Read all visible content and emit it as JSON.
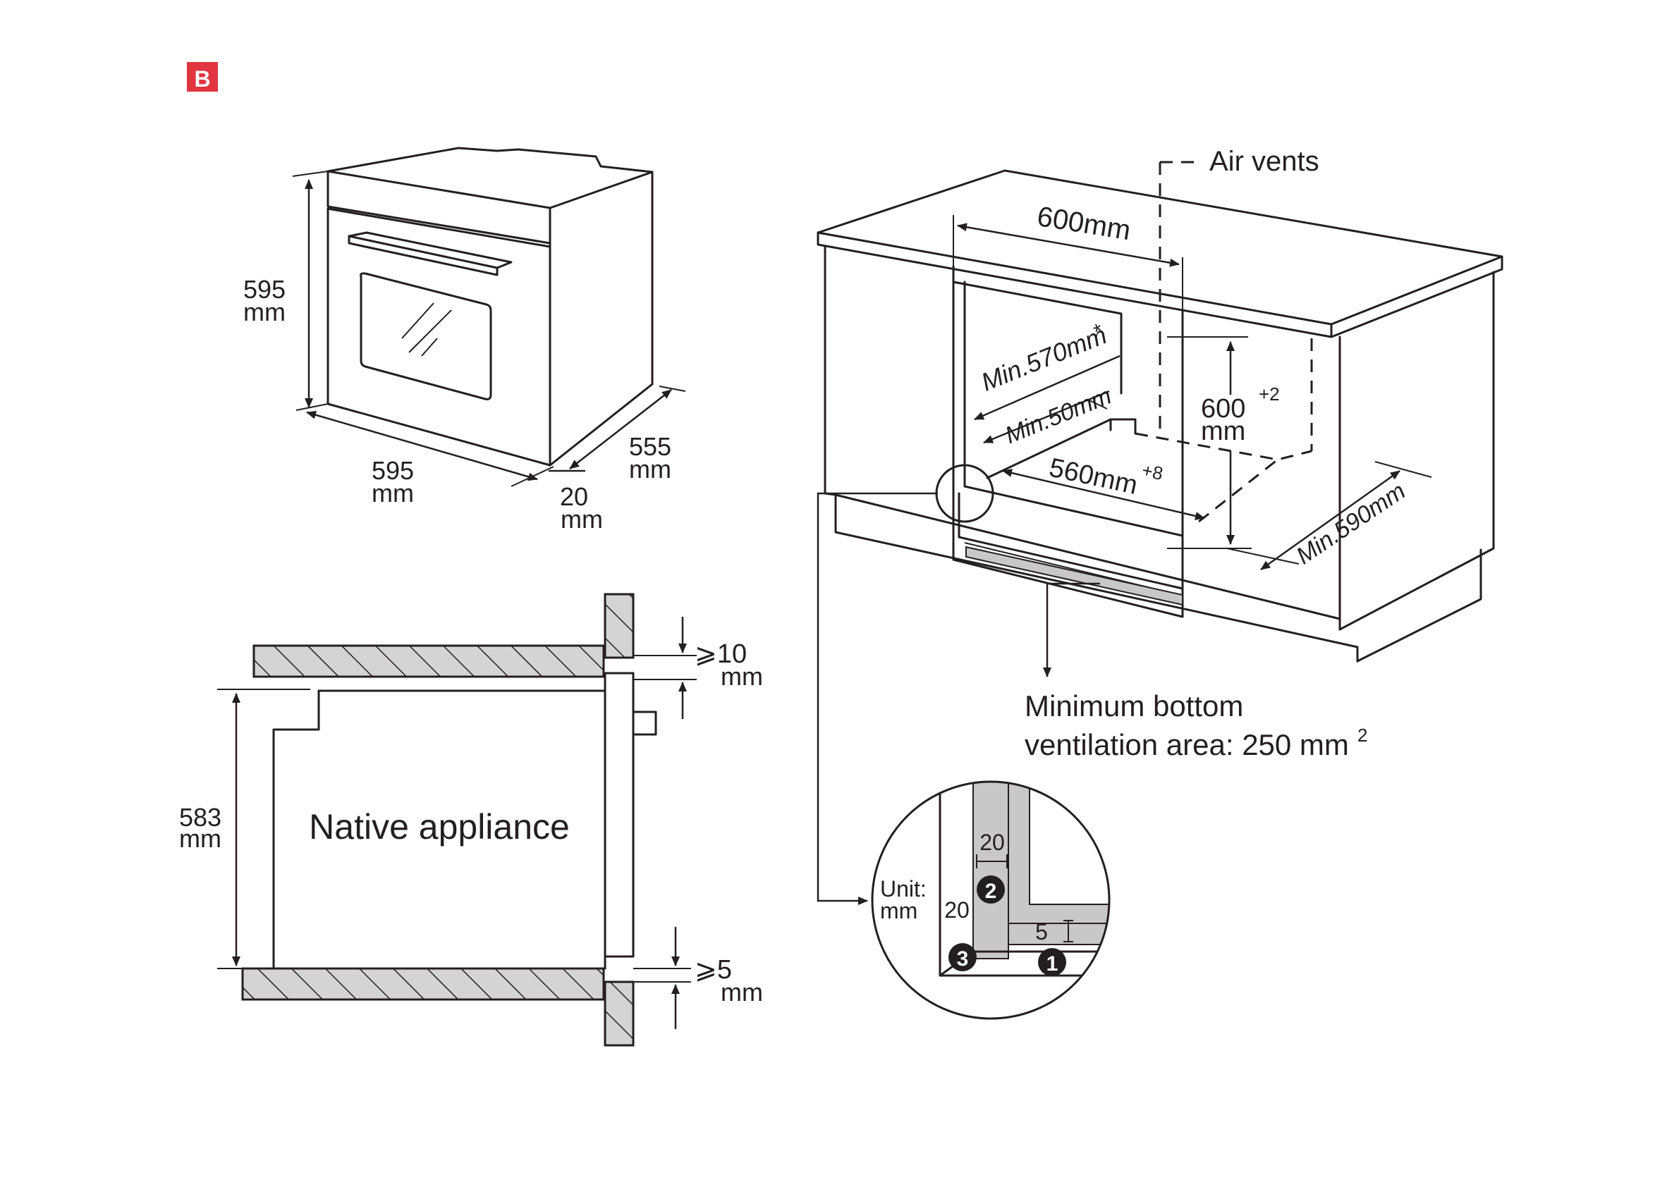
{
  "badge": {
    "label": "B",
    "color": "#e0353f"
  },
  "oven": {
    "height_value": "595",
    "height_unit": "mm",
    "width_value": "595",
    "width_unit": "mm",
    "depth_value": "555",
    "depth_unit": "mm",
    "front_value": "20",
    "front_unit": "mm"
  },
  "section": {
    "appliance_label": "Native appliance",
    "height_value": "583",
    "height_unit": "mm",
    "top_gap_value": "⩾10",
    "top_gap_unit": "mm",
    "bottom_gap_value": "⩾5",
    "bottom_gap_unit": "mm"
  },
  "cabinet": {
    "air_vents": "Air vents",
    "width": "600mm",
    "min_depth": "Min.570mm",
    "min_depth_mark": "*",
    "min_gap": "Min.50mm",
    "height_value": "600",
    "height_tol": "+2",
    "height_unit": "mm",
    "inner_width": "560mm",
    "inner_width_tol": "+8",
    "min_outer_depth": "Min.590mm",
    "ventilation_line1": "Minimum bottom",
    "ventilation_line2": "ventilation area: 250 mm",
    "ventilation_sup": "2"
  },
  "detail": {
    "unit_line1": "Unit:",
    "unit_line2": "mm",
    "dim_20_top": "20",
    "dim_20_side": "20",
    "dim_5": "5",
    "callout_1": "1",
    "callout_2": "2",
    "callout_3": "3"
  }
}
